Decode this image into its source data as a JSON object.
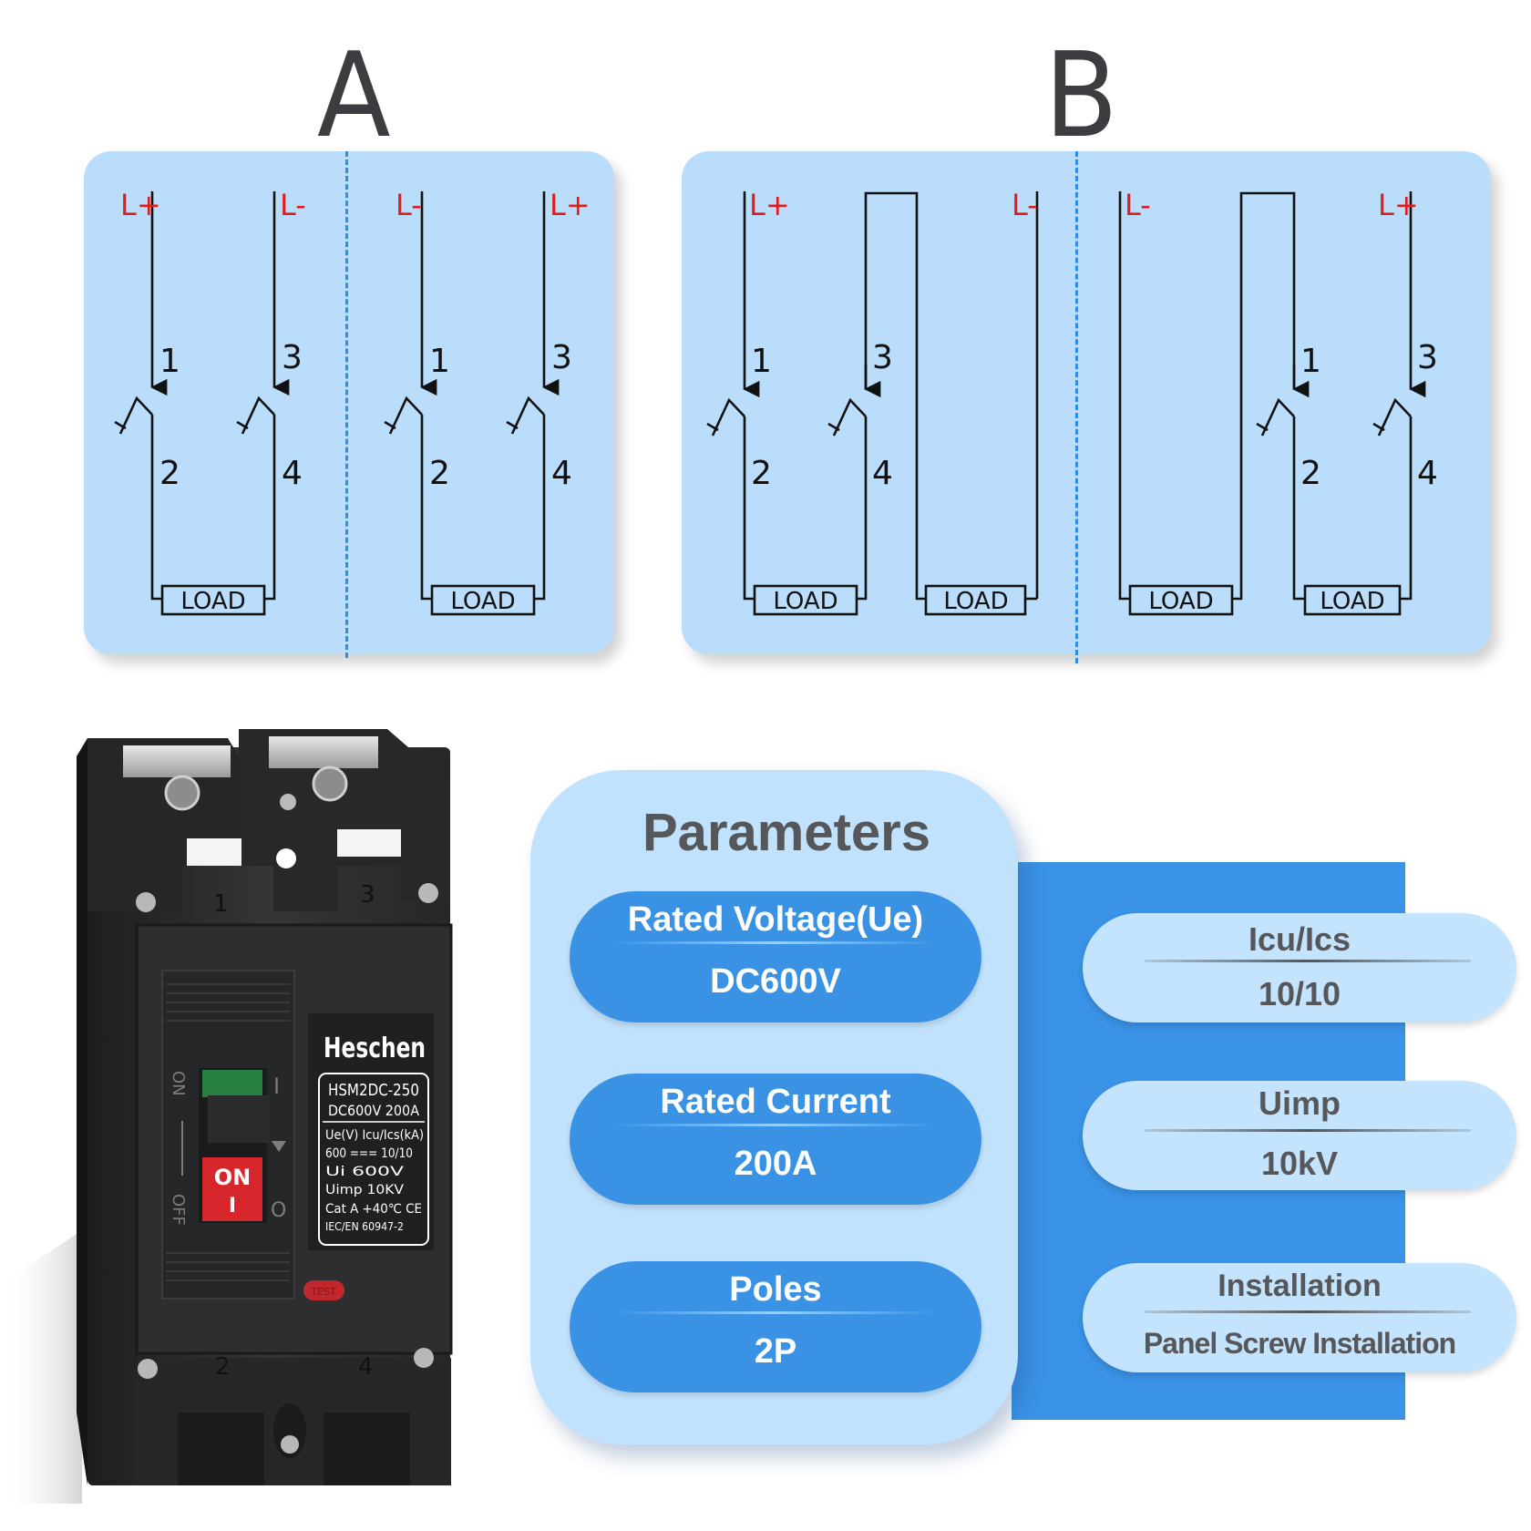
{
  "diagrams": {
    "A": {
      "label": "A",
      "left": {
        "sup1": "L+",
        "sup2": "L-",
        "n1": "1",
        "n2": "2",
        "n3": "3",
        "n4": "4",
        "load": "LOAD"
      },
      "right": {
        "sup1": "L-",
        "sup2": "L+",
        "n1": "1",
        "n2": "2",
        "n3": "3",
        "n4": "4",
        "load": "LOAD"
      }
    },
    "B": {
      "label": "B",
      "left": {
        "sup1": "L+",
        "sup2": "L-",
        "n1": "1",
        "n2": "2",
        "n3": "3",
        "n4": "4",
        "load1": "LOAD",
        "load2": "LOAD"
      },
      "right": {
        "sup1": "L-",
        "sup2": "L+",
        "n1": "1",
        "n2": "2",
        "n3": "3",
        "n4": "4",
        "load1": "LOAD",
        "load2": "LOAD"
      }
    }
  },
  "breaker": {
    "brand": "Heschen",
    "model": "HSM2DC-250",
    "rating": "DC600V   200A",
    "row1": "Ue(V)    Icu/Ics(kA)",
    "row2": "600    ===   10/10",
    "row3": "Ui          600V",
    "row4": "Uimp      10KV",
    "row5": "Cat  A  +40℃ CE",
    "row6": "IEC/EN 60947-2",
    "switch_on": "ON",
    "switch_i": "I",
    "side_on": "ON",
    "side_off": "OFF",
    "side_i": "I",
    "side_o": "O",
    "test": "TEST",
    "terminal_top_1": "1",
    "terminal_top_3": "3",
    "terminal_bottom_2": "2",
    "terminal_bottom_4": "4"
  },
  "parameters": {
    "title": "Parameters",
    "left": [
      {
        "label": "Rated Voltage(Ue)",
        "value": "DC600V"
      },
      {
        "label": "Rated Current",
        "value": "200A"
      },
      {
        "label": "Poles",
        "value": "2P"
      }
    ],
    "right": [
      {
        "label": "Icu/Ics",
        "value": "10/10"
      },
      {
        "label": "Uimp",
        "value": "10kV"
      },
      {
        "label": "Installation",
        "value": "Panel Screw Installation"
      }
    ]
  },
  "colors": {
    "panel": "#b9ddfb",
    "accent_blue": "#3a93e6",
    "supply_red": "#e21b1b",
    "breaker_body": "#2b2c2e",
    "switch_red": "#d7262b"
  }
}
